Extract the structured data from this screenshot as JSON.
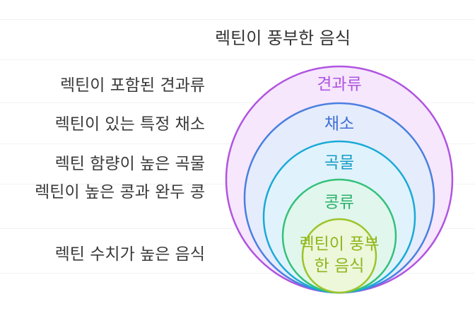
{
  "title": "렉틴이 풍부한 음식",
  "left_labels": [
    "렉틴이 포함된 견과류",
    "렉틴이 있는 특정 채소",
    "렉틴 함량이 높은 곡물",
    "렉틴이 높은 콩과 완두 콩",
    "렉틴 수치가 높은 음식"
  ],
  "circles": [
    {
      "label": "견과류",
      "stroke": "#b054e0",
      "fill": "#f5e3fb",
      "text_color": "#b054e0"
    },
    {
      "label": "채소",
      "stroke": "#4a7fe0",
      "fill": "#e2ecfb",
      "text_color": "#3f6fd4"
    },
    {
      "label": "곡물",
      "stroke": "#1aaad6",
      "fill": "#dff5fc",
      "text_color": "#159bc6"
    },
    {
      "label": "콩류",
      "stroke": "#34c17a",
      "fill": "#e1f7ea",
      "text_color": "#2bb06b"
    },
    {
      "label": "렉틴이 풍부 한 음식",
      "stroke": "#9cc42a",
      "fill": "#eef7d6",
      "text_color": "#8fb51c"
    }
  ]
}
